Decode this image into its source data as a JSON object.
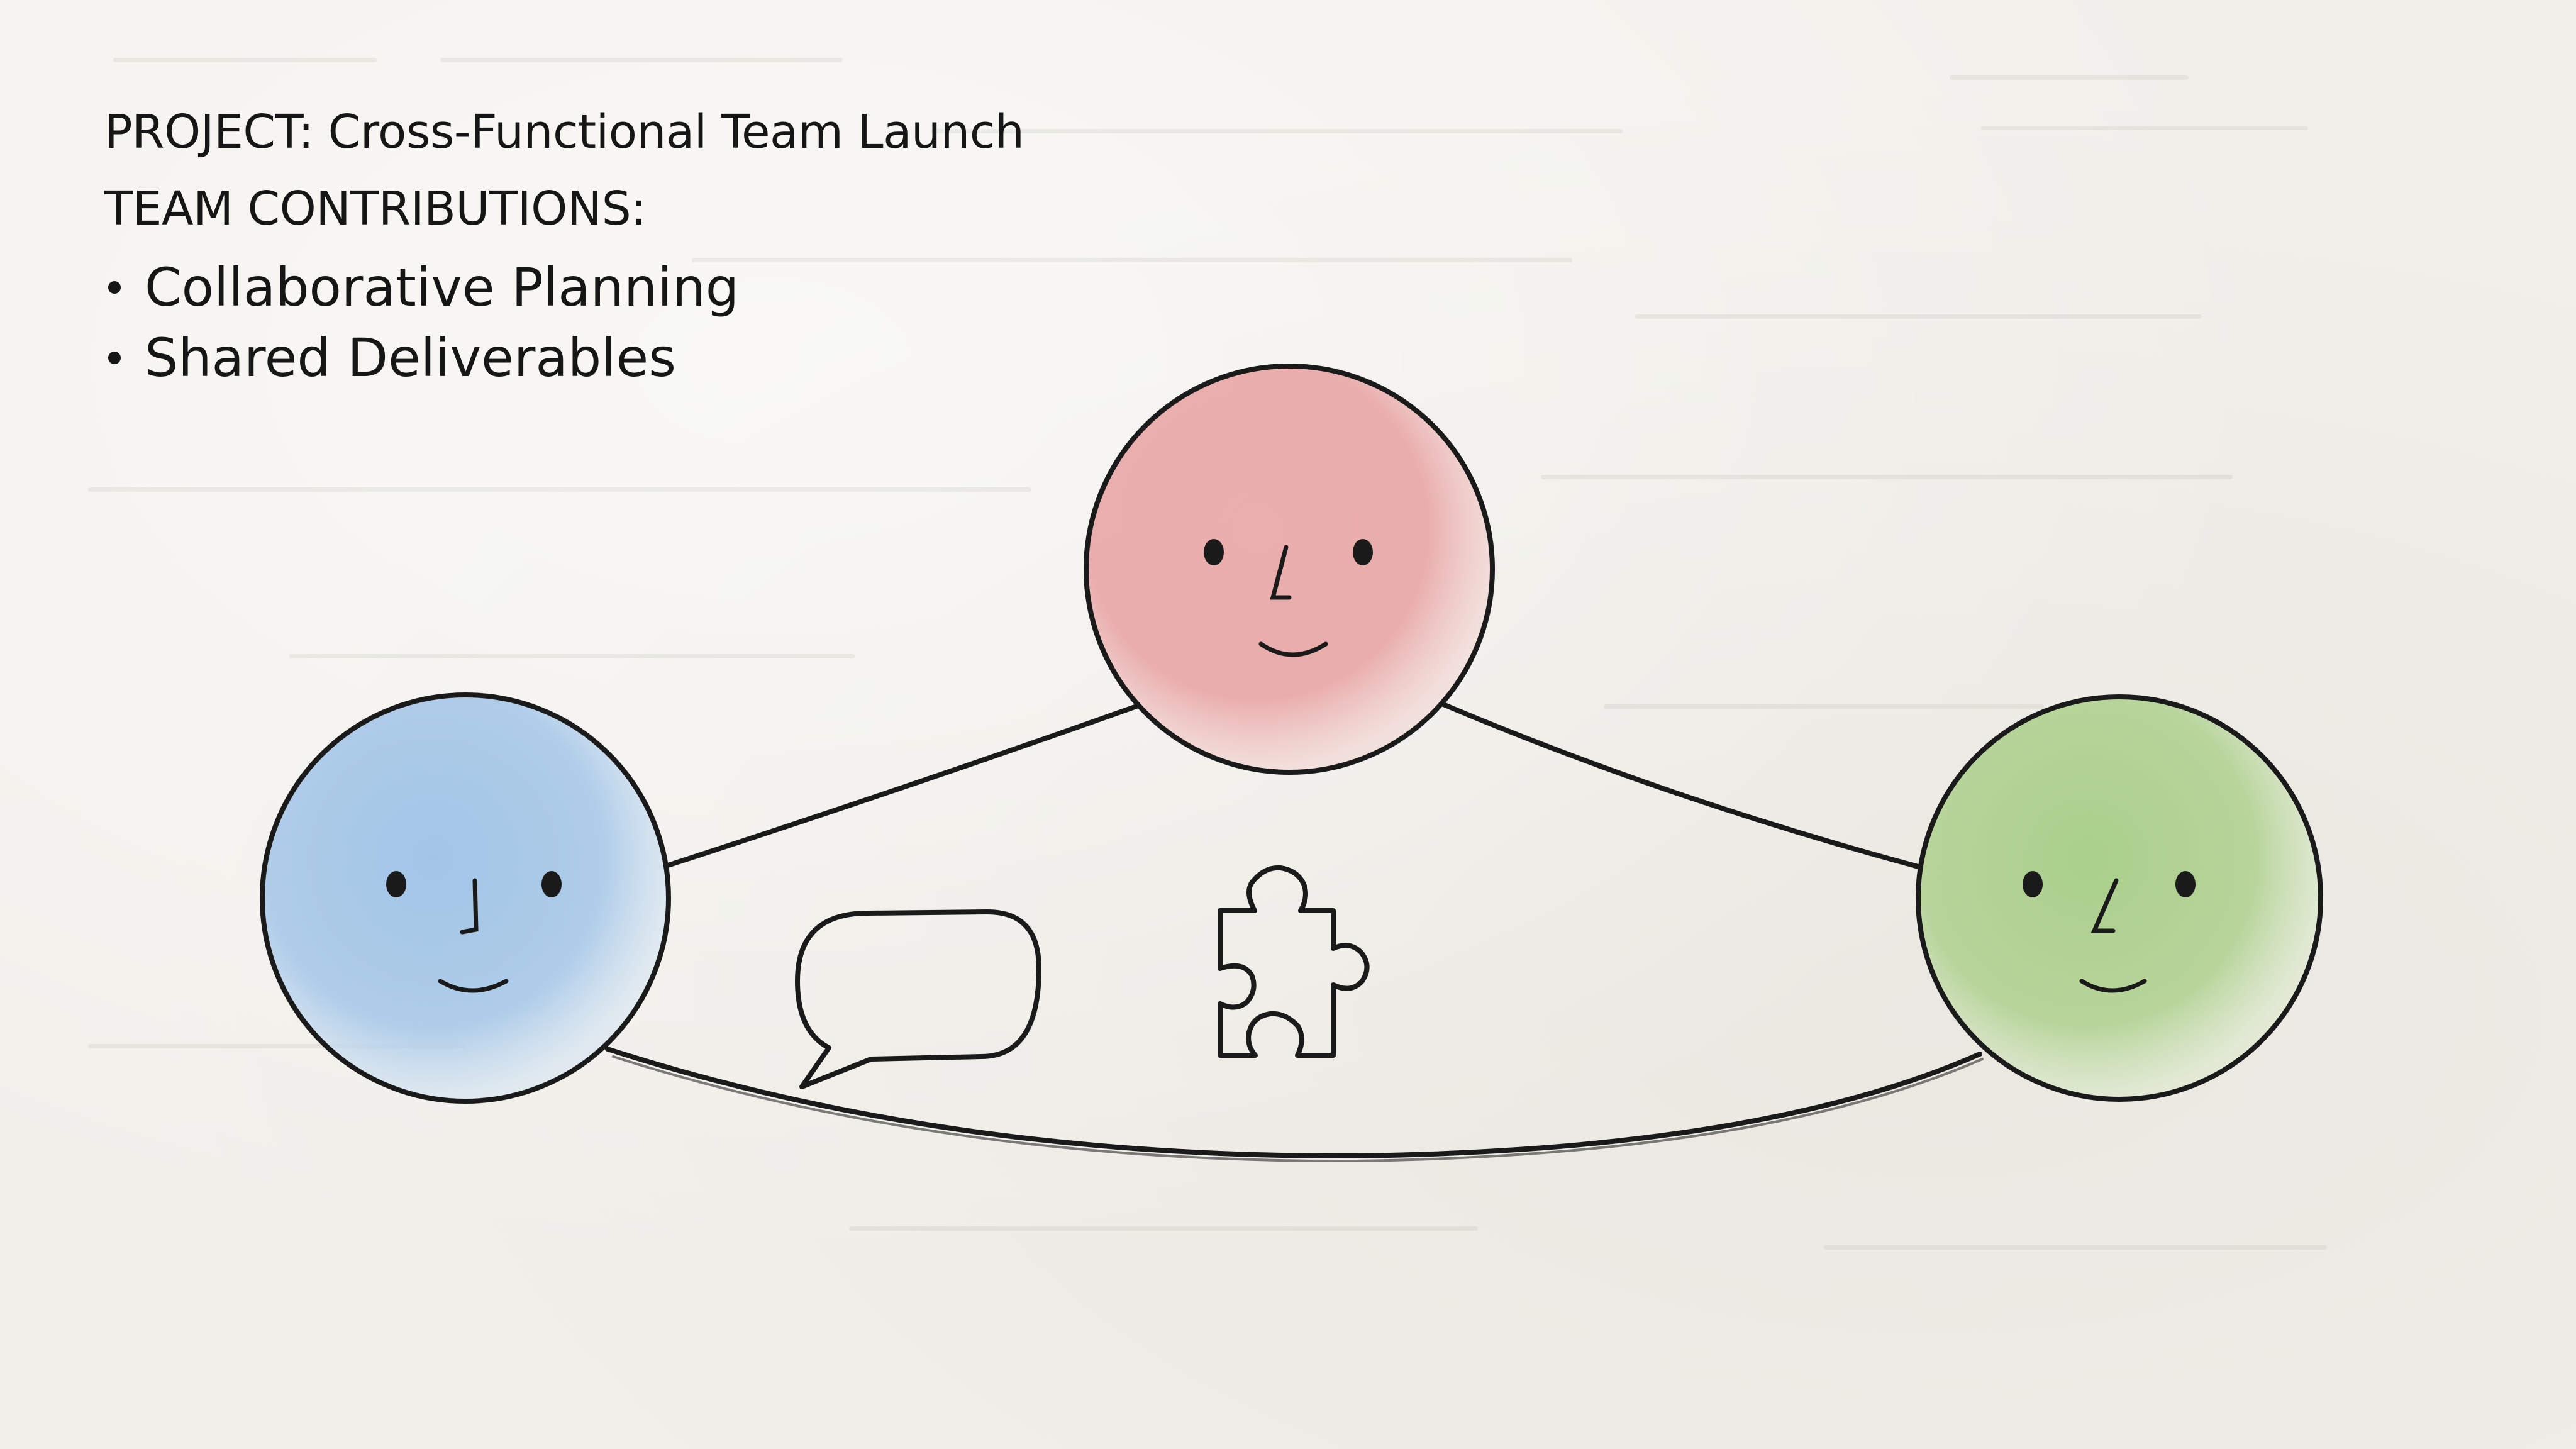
{
  "project": {
    "label": "PROJECT:",
    "name": "Cross-Functional Team Launch"
  },
  "contributions": {
    "heading": "TEAM CONTRIBUTIONS:",
    "items": [
      "Collaborative Planning",
      "Shared Deliverables"
    ]
  },
  "colors": {
    "member_top": "#e8a3a3",
    "member_left": "#9fc3e6",
    "member_right": "#a9cf8a",
    "outline": "#1a1a1a",
    "paper": "#f2f0eb"
  },
  "icons": [
    "smiley-face-icon",
    "speech-bubble-icon",
    "puzzle-piece-icon"
  ]
}
